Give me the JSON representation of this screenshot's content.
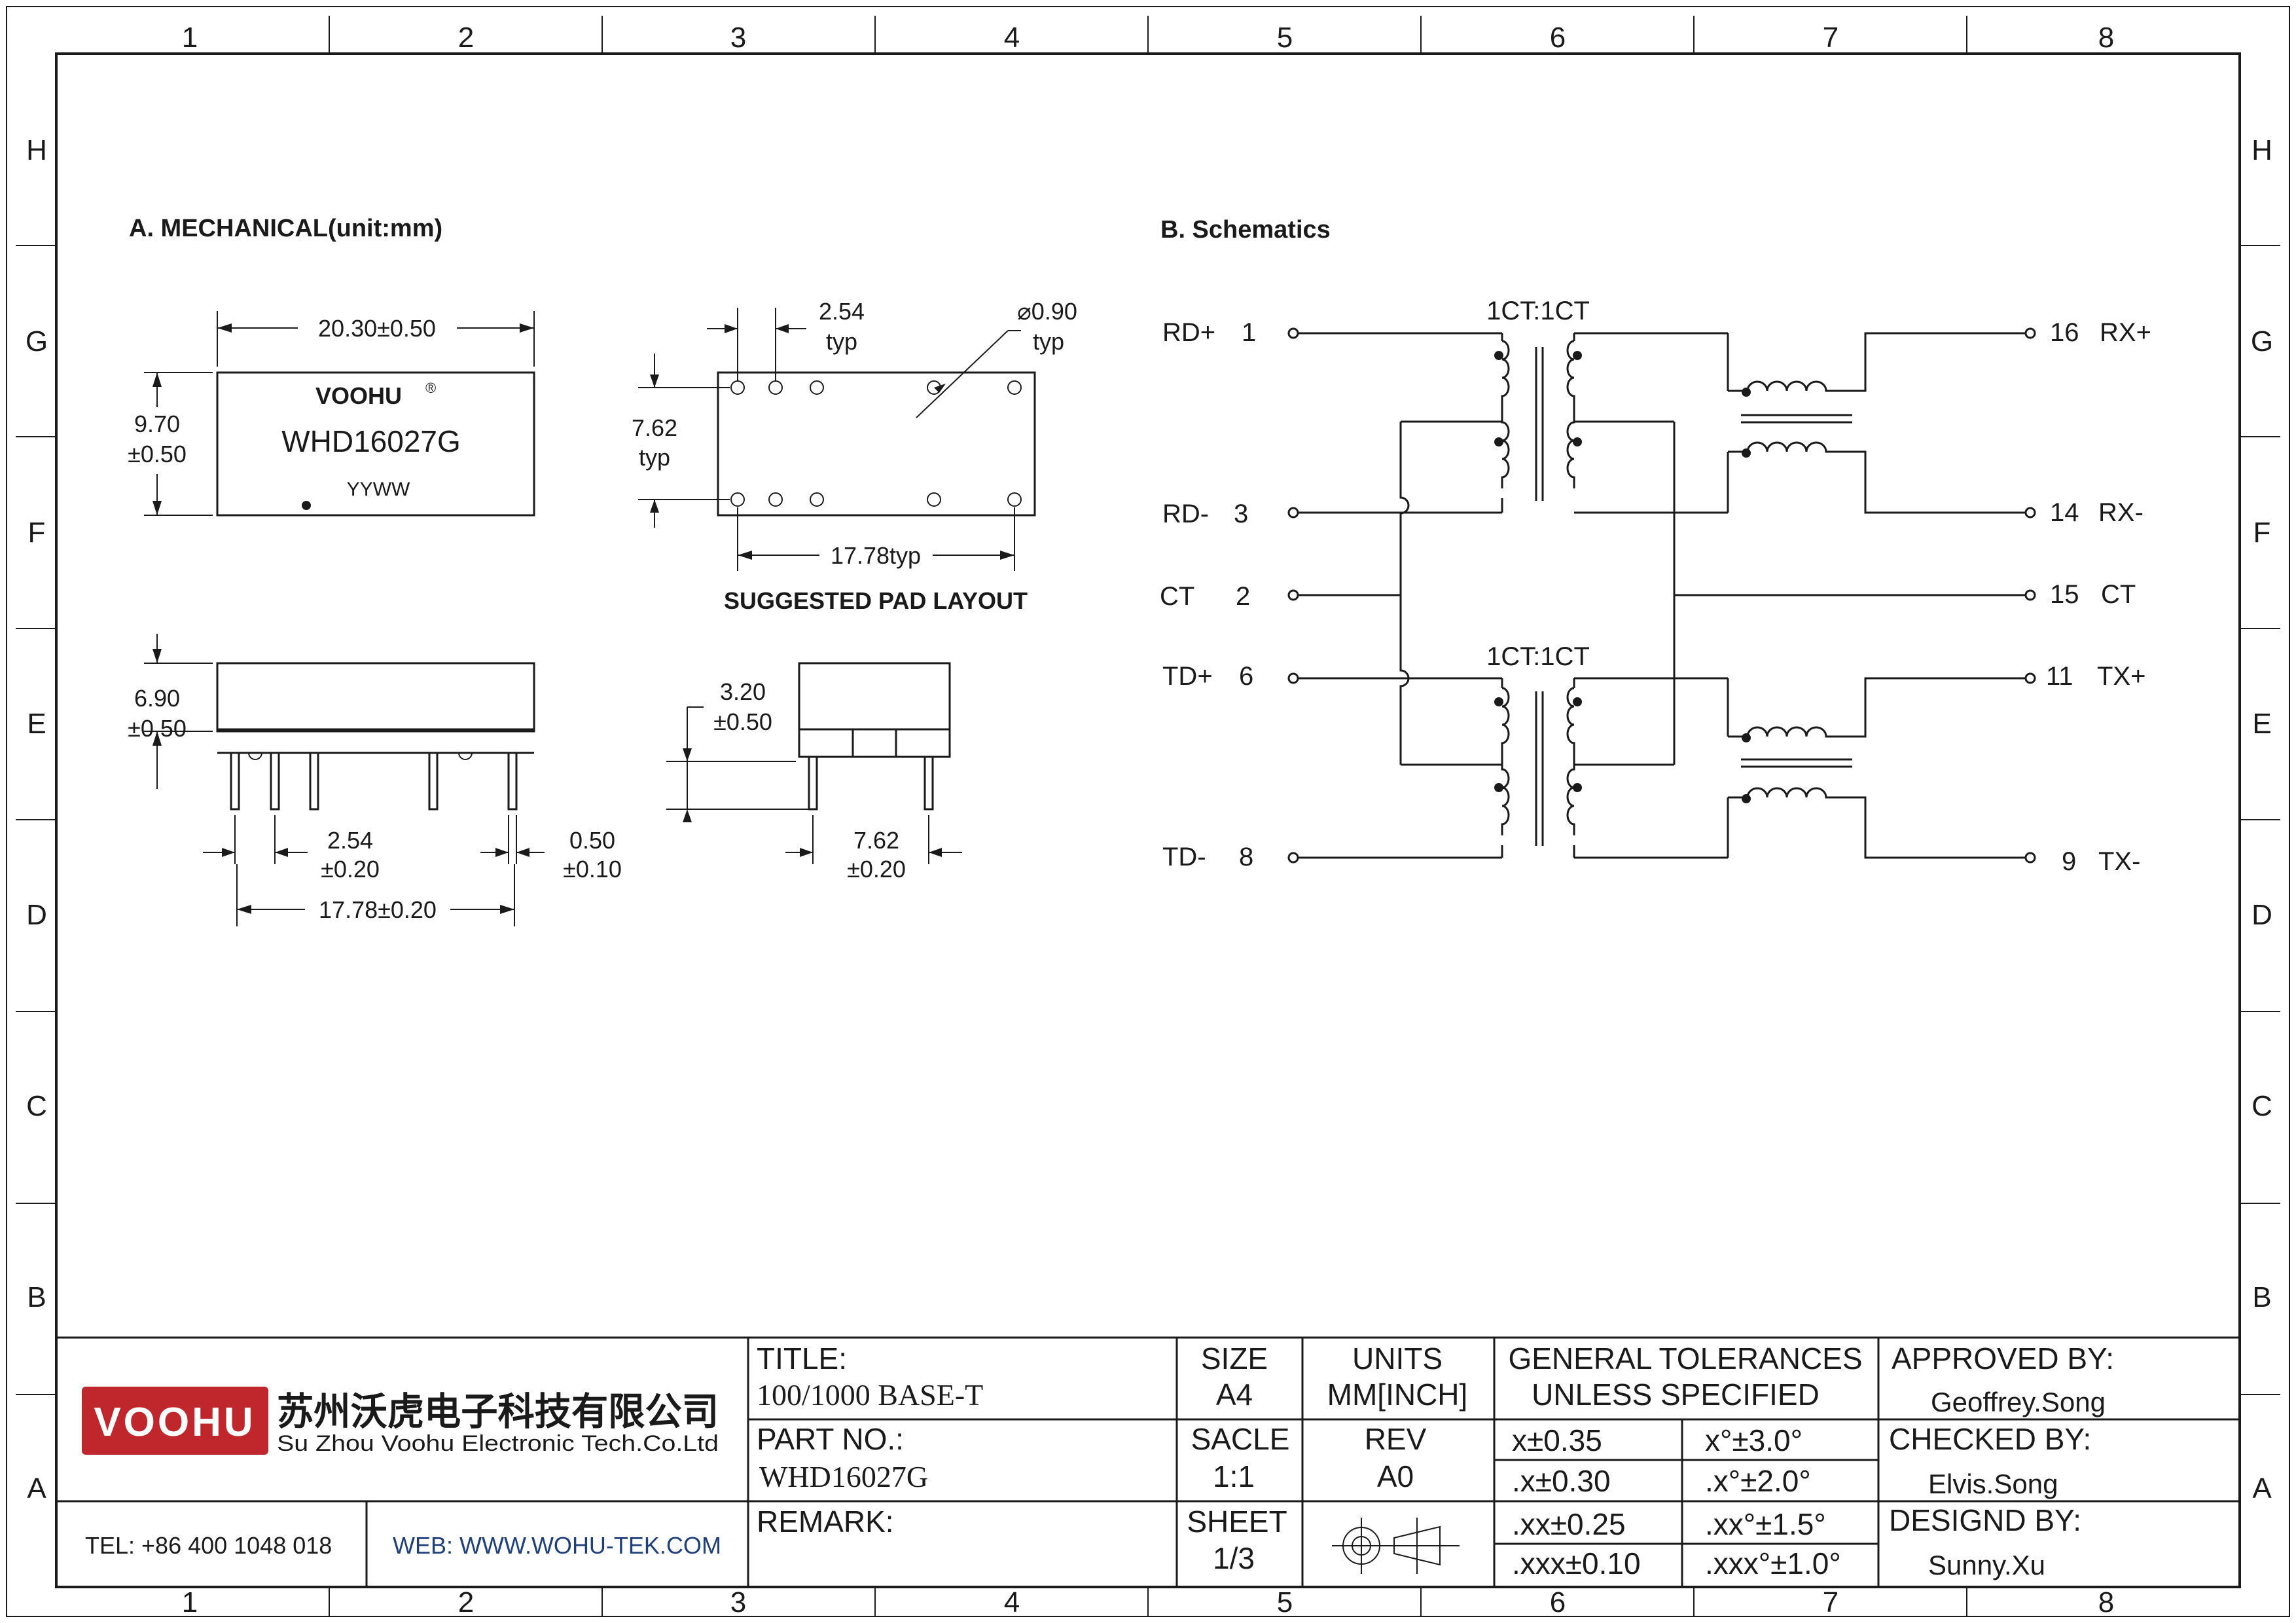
{
  "zones": {
    "columns": [
      "1",
      "2",
      "3",
      "4",
      "5",
      "6",
      "7",
      "8"
    ],
    "rows": [
      "H",
      "G",
      "F",
      "E",
      "D",
      "C",
      "B",
      "A"
    ]
  },
  "mechanical": {
    "title": "A. MECHANICAL(unit:mm)",
    "brand": "VOOHU",
    "registered": "®",
    "part_marking": "WHD16027G",
    "date_code": "YYWW",
    "dim_length": "20.30±0.50",
    "dim_width_1": "9.70",
    "dim_width_2": "±0.50",
    "dim_height_1": "6.90",
    "dim_height_2": "±0.50",
    "dim_pitch_1": "2.54",
    "dim_pitch_2": "±0.20",
    "dim_pin_1": "0.50",
    "dim_pin_2": "±0.10",
    "dim_span": "17.78±0.20",
    "dim_standoff_1": "3.20",
    "dim_standoff_2": "±0.50",
    "dim_row_1": "7.62",
    "dim_row_2": "±0.20"
  },
  "pad_layout": {
    "pitch": "2.54",
    "pitch_typ": "typ",
    "hole": "⌀0.90",
    "hole_typ": "typ",
    "row_spacing": "7.62",
    "row_typ": "typ",
    "span": "17.78typ",
    "caption": "SUGGESTED PAD LAYOUT"
  },
  "schematic": {
    "title": "B. Schematics",
    "ratio_top": "1CT:1CT",
    "ratio_bottom": "1CT:1CT",
    "left_pins": [
      {
        "name": "RD+",
        "num": "1"
      },
      {
        "name": "RD-",
        "num": "3"
      },
      {
        "name": "CT",
        "num": "2"
      },
      {
        "name": "TD+",
        "num": "6"
      },
      {
        "name": "TD-",
        "num": "8"
      }
    ],
    "right_pins": [
      {
        "num": "16",
        "name": "RX+"
      },
      {
        "num": "14",
        "name": "RX-"
      },
      {
        "num": "15",
        "name": "CT"
      },
      {
        "num": "11",
        "name": "TX+"
      },
      {
        "num": "9",
        "name": "TX-"
      }
    ]
  },
  "title_block": {
    "company_cn": "苏州沃虎电子科技有限公司",
    "company_en": "Su Zhou Voohu Electronic Tech.Co.Ltd",
    "logo_text": "VOOHU",
    "tel": "TEL: +86 400 1048 018",
    "web": "WEB: WWW.WOHU-TEK.COM",
    "title_label": "TITLE:",
    "title_value": "100/1000 BASE-T",
    "partno_label": "PART NO.:",
    "partno_value": "WHD16027G",
    "remark_label": "REMARK:",
    "size_label": "SIZE",
    "size_value": "A4",
    "units_label": "UNITS",
    "units_value": "MM[INCH]",
    "scale_label": "SACLE",
    "scale_value": "1:1",
    "rev_label": "REV",
    "rev_value": "A0",
    "sheet_label": "SHEET",
    "sheet_value": "1/3",
    "tol_title_1": "GENERAL TOLERANCES",
    "tol_title_2": "UNLESS SPECIFIED",
    "tolerances": [
      {
        "linear": "x±0.35",
        "angular": "x°±3.0°"
      },
      {
        "linear": ".x±0.30",
        "angular": ".x°±2.0°"
      },
      {
        "linear": ".xx±0.25",
        "angular": ".xx°±1.5°"
      },
      {
        "linear": ".xxx±0.10",
        "angular": ".xxx°±1.0°"
      }
    ],
    "approved_label": "APPROVED BY:",
    "approved_value": "Geoffrey.Song",
    "checked_label": "CHECKED BY:",
    "checked_value": "Elvis.Song",
    "designed_label": "DESIGND BY:",
    "designed_value": "Sunny.Xu"
  },
  "colors": {
    "logo_red": "#c0272d",
    "web_blue": "#1f3f7a"
  }
}
